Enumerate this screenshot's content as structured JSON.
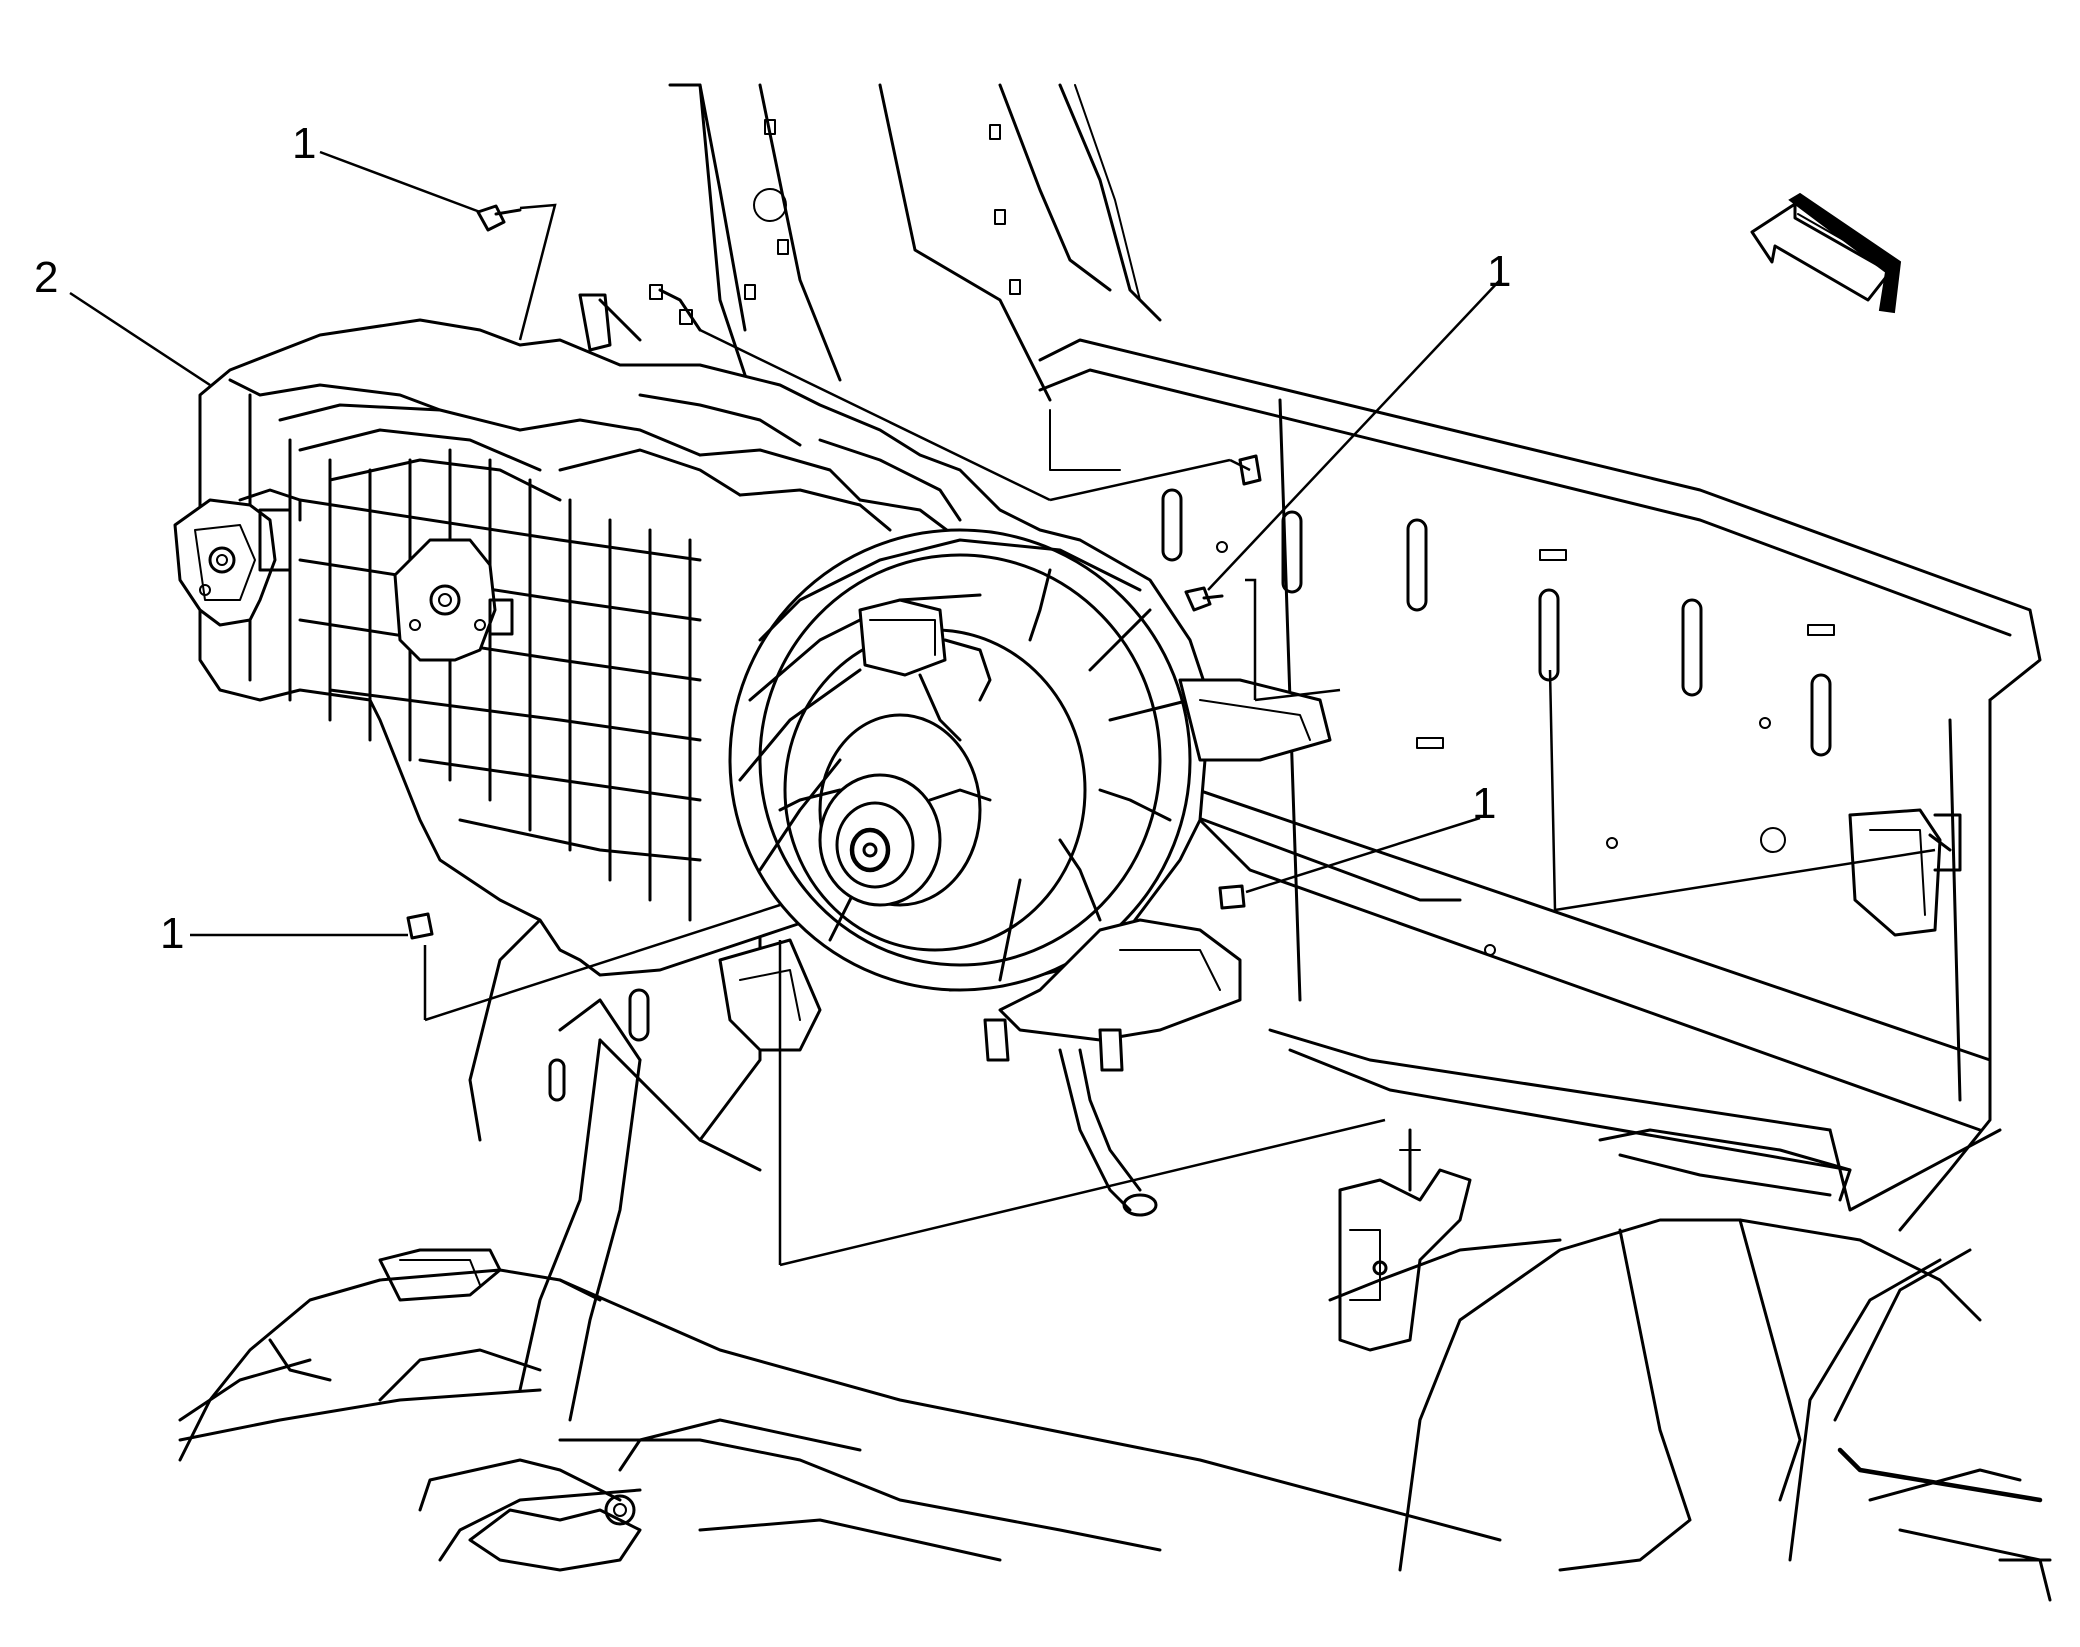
{
  "callouts": {
    "fastener_top_left": "1",
    "hvac_module": "2",
    "fastener_upper_right": "1",
    "fastener_right_mid": "1",
    "fastener_left_lower": "1"
  },
  "icons": {
    "direction_arrow": "front-direction-arrow-icon"
  },
  "colors": {
    "ink": "#000000",
    "paper": "#ffffff"
  }
}
